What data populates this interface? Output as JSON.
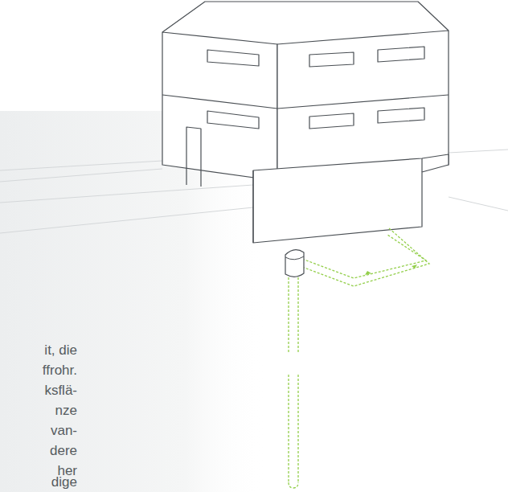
{
  "diagram": {
    "labels": [
      "it, die",
      "ffrohr.",
      "ksflä-",
      "nze",
      "van-",
      "dere",
      "her",
      "dige"
    ]
  }
}
